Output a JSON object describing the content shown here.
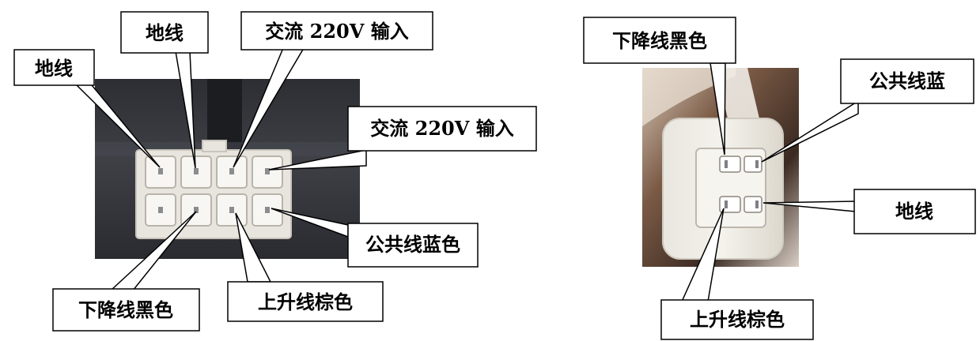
{
  "figures": {
    "eight_pin_connector": {
      "labels": {
        "ground_upper_left": "地线",
        "ground_top": "地线",
        "ac_input_top": "交流 220V 输入",
        "ac_input_right": "交流 220V 输入",
        "common_blue": "公共线蓝色",
        "down_black": "下降线黑色",
        "up_brown": "上升线棕色"
      }
    },
    "four_pin_connector": {
      "labels": {
        "down_black": "下降线黑色",
        "common_blue": "公共线蓝",
        "ground": "地线",
        "up_brown": "上升线棕色"
      }
    }
  },
  "colors": {
    "housing_dark": "#3a3c42",
    "connector_white": "#ece9e2",
    "pin_metal": "#8a8c90",
    "label_border": "#000000"
  }
}
